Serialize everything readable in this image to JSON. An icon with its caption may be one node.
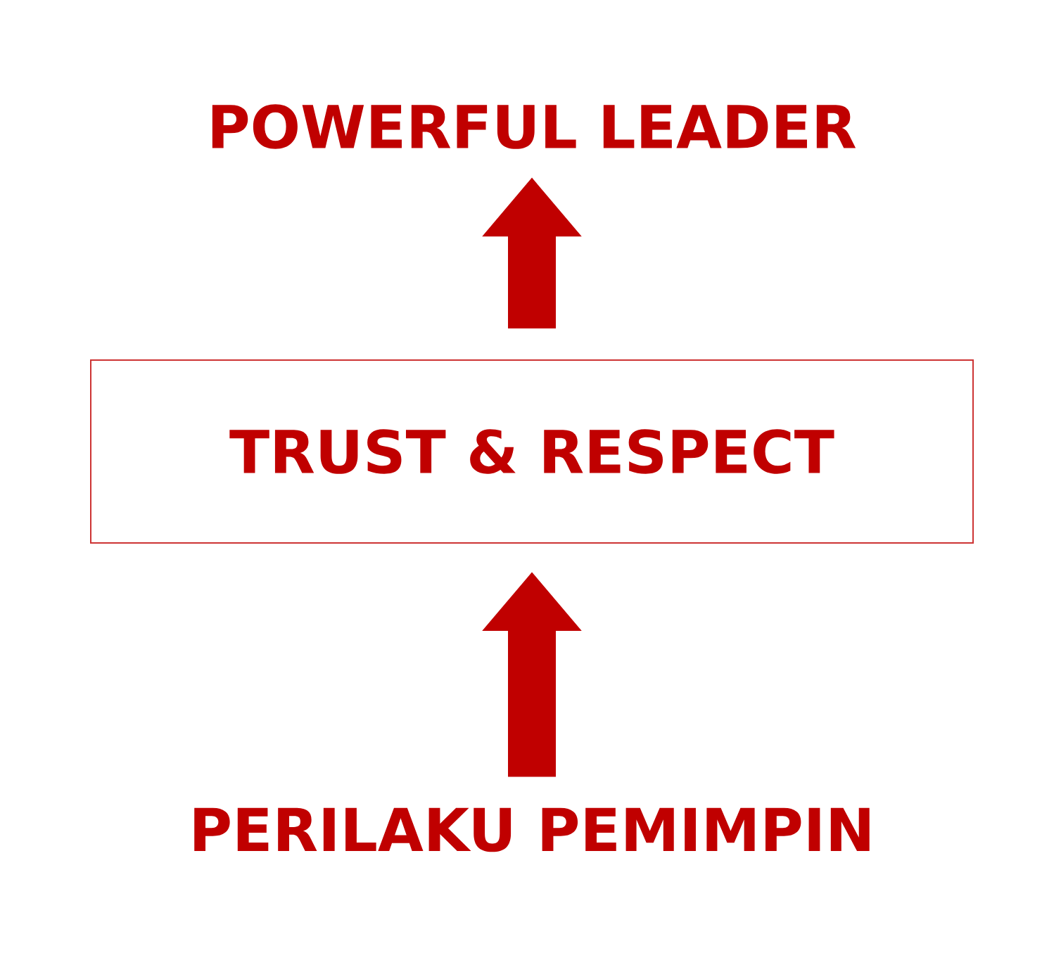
{
  "diagram": {
    "nodes": [
      {
        "text": [
          "POWERFUL LEADER"
        ]
      },
      {
        "text": [
          "TRUST & RESPECT"
        ]
      },
      {
        "text": [
          "PERILAKU PEMIMPIN"
        ]
      }
    ],
    "edges": [
      {
        "from": 2,
        "to": 1,
        "arrow": "to"
      },
      {
        "from": 1,
        "to": 0,
        "arrow": "to"
      }
    ]
  }
}
